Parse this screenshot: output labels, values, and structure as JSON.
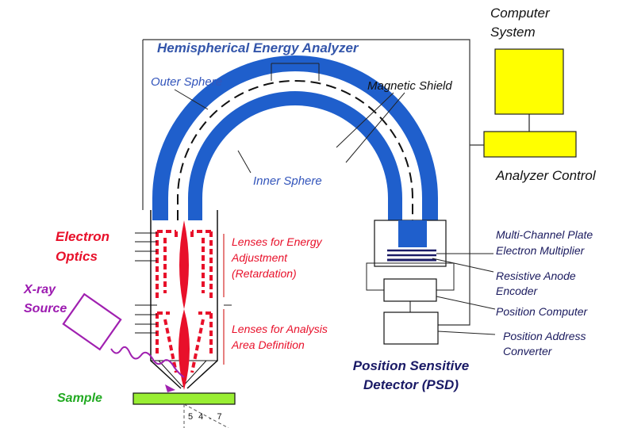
{
  "title": "Hemispherical Energy Analyzer",
  "labels": {
    "outer_sphere": "Outer Sphere",
    "inner_sphere": "Inner Sphere",
    "magnetic_shield": "Magnetic Shield",
    "computer_system_line1": "Computer",
    "computer_system_line2": "System",
    "analyzer_control": "Analyzer Control",
    "electron_optics_line1": "Electron",
    "electron_optics_line2": "Optics",
    "xray_source_line1": "X-ray",
    "xray_source_line2": "Source",
    "sample": "Sample",
    "lenses_energy_line1": "Lenses for Energy",
    "lenses_energy_line2": "Adjustment",
    "lenses_energy_line3": "(Retardation)",
    "lenses_analysis_line1": "Lenses for Analysis",
    "lenses_analysis_line2": "Area Definition",
    "mcp_line1": "Multi-Channel Plate",
    "mcp_line2": "Electron Multiplier",
    "anode_line1": "Resistive Anode",
    "anode_line2": "Encoder",
    "position_computer": "Position Computer",
    "pac_line1": "Position Address",
    "pac_line2": "Converter",
    "psd_line1": "Position Sensitive",
    "psd_line2": "Detector (PSD)",
    "angle": "5 4 . 7"
  },
  "colors": {
    "sphere_blue": "#1f5fcc",
    "optics_red": "#e8102a",
    "computer_yellow": "#ffff00",
    "sample_green": "#99ee33",
    "xray_purple": "#a020b0",
    "detector_navy": "#1a1a66"
  }
}
